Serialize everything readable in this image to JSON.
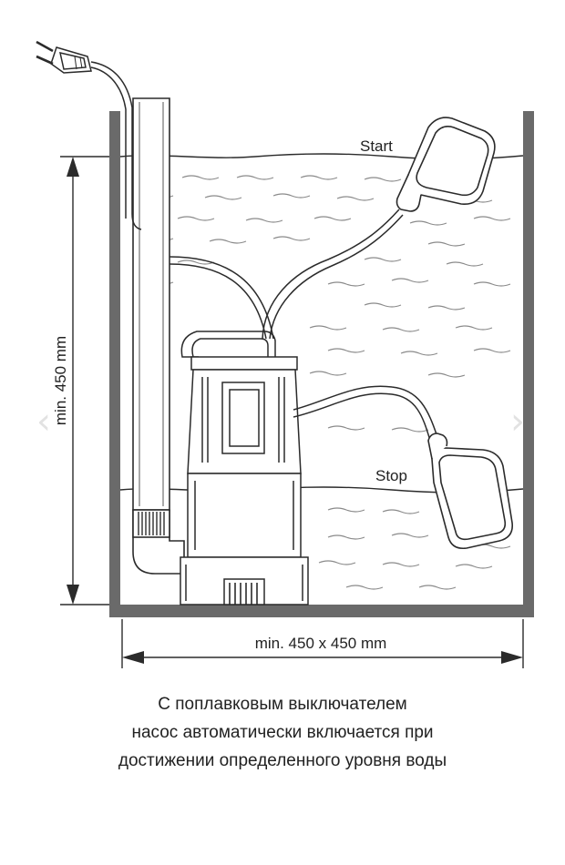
{
  "labels": {
    "start": "Start",
    "stop": "Stop",
    "height_dim": "min. 450 mm",
    "width_dim": "min. 450 x 450 mm"
  },
  "caption": {
    "line1": "С поплавковым выключателем",
    "line2": "насос автоматически включается при",
    "line3": "достижении определенного уровня воды"
  },
  "icons": {
    "prev": "prev-arrow-icon",
    "next": "next-arrow-icon",
    "plug": "power-plug-icon"
  },
  "colors": {
    "line": "#2b2b2b",
    "tank_wall": "#6a6a6a",
    "wave": "#8a8a8a"
  }
}
